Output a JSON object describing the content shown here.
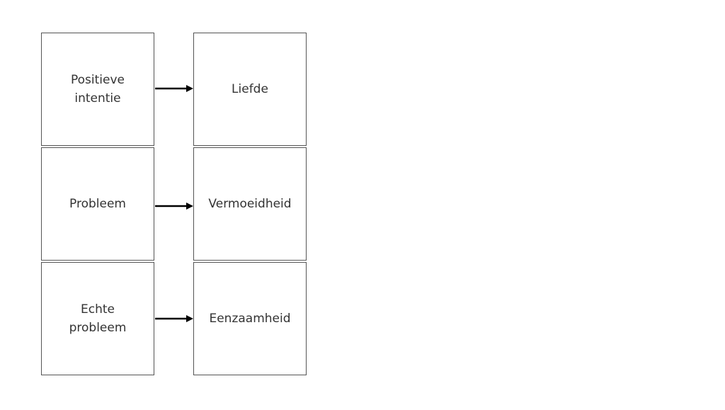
{
  "rows": [
    {
      "cause": "Positieve intentie",
      "effect": "Liefde"
    },
    {
      "cause": "Probleem",
      "effect": "Vermoeidheid"
    },
    {
      "cause": "Echte probleem",
      "effect": "Eenzaamheid"
    }
  ],
  "colors": {
    "border": "#555555",
    "text": "#333333",
    "arrow": "#000000"
  }
}
